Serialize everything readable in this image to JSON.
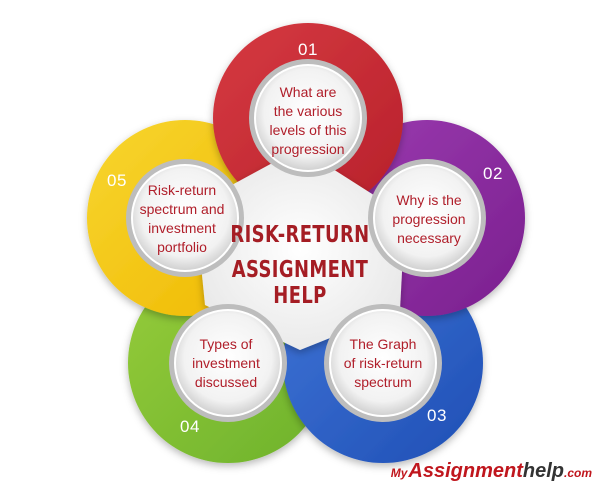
{
  "diagram": {
    "center_title_line1": "RISK-RETURN",
    "center_title_line2": "ASSIGNMENT HELP",
    "segments": [
      {
        "number": "01",
        "line1": "What are",
        "line2": "the various",
        "line3": "levels of this",
        "line4": "progression",
        "color": "#b7202a",
        "color_light": "#d63a42"
      },
      {
        "number": "02",
        "line1": "Why is the",
        "line2": "progression",
        "line3": "necessary",
        "line4": "",
        "color": "#7a1f8e",
        "color_light": "#9b3bb0"
      },
      {
        "number": "03",
        "line1": "The Graph",
        "line2": "of risk-return",
        "line3": "spectrum",
        "line4": "",
        "color": "#1f4fb5",
        "color_light": "#3f74d6"
      },
      {
        "number": "04",
        "line1": "Types of",
        "line2": "investment",
        "line3": "discussed",
        "line4": "",
        "color": "#6db22c",
        "color_light": "#96cc3a"
      },
      {
        "number": "05",
        "line1": "Risk-return",
        "line2": "spectrum and",
        "line3": "investment",
        "line4": "portfolio",
        "color": "#f0b800",
        "color_light": "#f7d630"
      }
    ]
  },
  "logo": {
    "my": "My",
    "assignment": "Assignment",
    "help": "help",
    "dotcom": ".com"
  }
}
